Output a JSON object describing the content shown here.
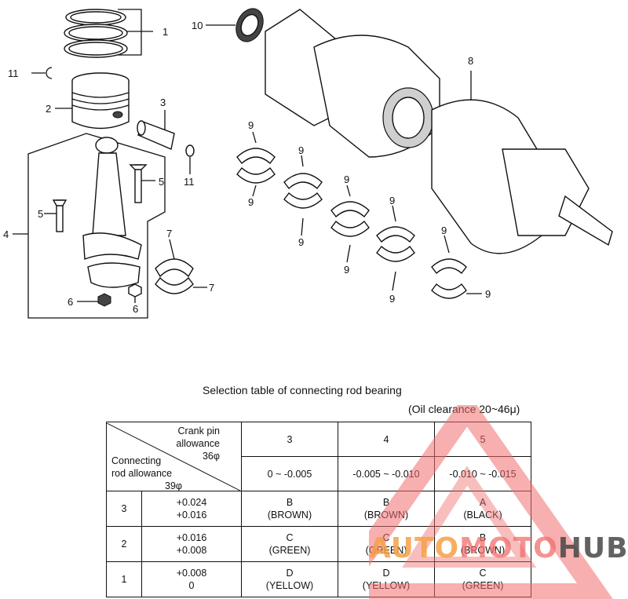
{
  "diagram": {
    "callouts": {
      "c1": "1",
      "c2": "2",
      "c3": "3",
      "c4": "4",
      "c5a": "5",
      "c5b": "5",
      "c6a": "6",
      "c6b": "6",
      "c7a": "7",
      "c7b": "7",
      "c8": "8",
      "c9": [
        "9",
        "9",
        "9",
        "9",
        "9",
        "9",
        "9",
        "9",
        "9",
        "9"
      ],
      "c10": "10",
      "c11a": "11",
      "c11b": "11"
    }
  },
  "table": {
    "title": "Selection table of connecting rod bearing",
    "note": "(Oil clearance 20~46μ)",
    "crank_header": [
      "Crank pin",
      "allowance",
      "36φ"
    ],
    "rod_header": [
      "Connecting",
      "rod allowance",
      "39φ"
    ],
    "columns": [
      {
        "code": "3",
        "range": "0 ~ -0.005"
      },
      {
        "code": "4",
        "range": "-0.005 ~ -0.010"
      },
      {
        "code": "5",
        "range": "-0.010 ~ -0.015"
      }
    ],
    "rows": [
      {
        "code": "3",
        "allow_hi": "+0.024",
        "allow_lo": "+0.016",
        "cells": [
          [
            "B",
            "(BROWN)"
          ],
          [
            "B",
            "(BROWN)"
          ],
          [
            "A",
            "(BLACK)"
          ]
        ]
      },
      {
        "code": "2",
        "allow_hi": "+0.016",
        "allow_lo": "+0.008",
        "cells": [
          [
            "C",
            "(GREEN)"
          ],
          [
            "C",
            "(GREEN)"
          ],
          [
            "B",
            "(BROWN)"
          ]
        ]
      },
      {
        "code": "1",
        "allow_hi": "+0.008",
        "allow_lo": "0",
        "cells": [
          [
            "D",
            "(YELLOW)"
          ],
          [
            "D",
            "(YELLOW)"
          ],
          [
            "C",
            "(GREEN)"
          ]
        ]
      }
    ]
  },
  "watermark": {
    "part1": "AUTO",
    "part2": "MOTO",
    "part3": "HUB",
    "triangle_color": "#f08080",
    "accent_color": "#f5a046"
  }
}
